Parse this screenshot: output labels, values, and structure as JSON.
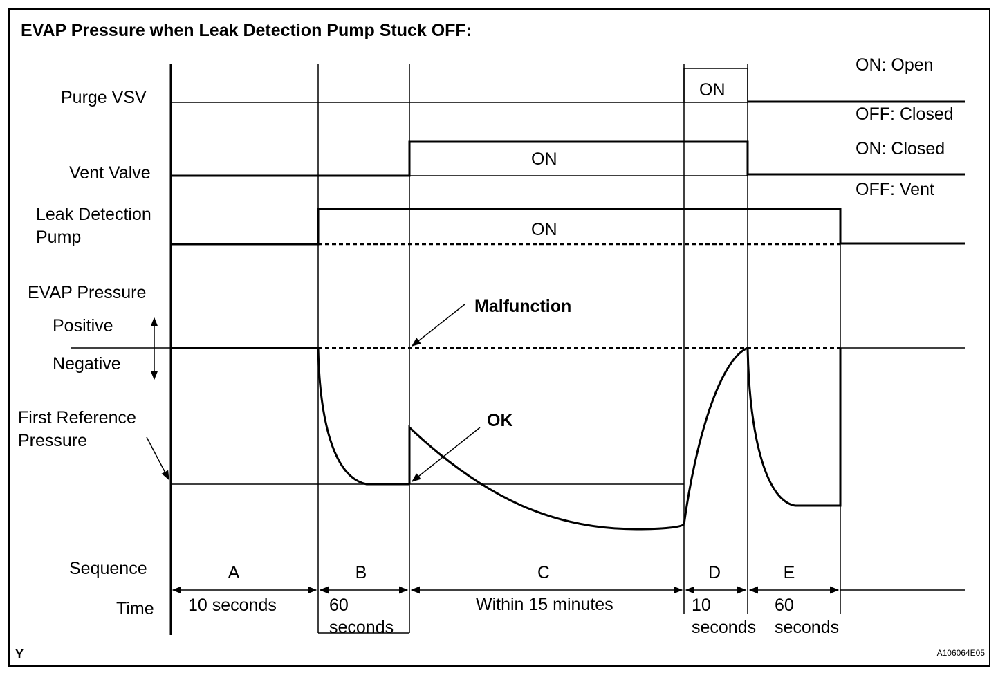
{
  "title": "EVAP Pressure when Leak Detection Pump Stuck OFF:",
  "signals": {
    "purge_vsv": "Purge VSV",
    "vent_valve": "Vent Valve",
    "leak_pump_line1": "Leak Detection",
    "leak_pump_line2": "Pump",
    "evap_pressure": "EVAP Pressure",
    "positive": "Positive",
    "negative": "Negative",
    "first_ref_line1": "First Reference",
    "first_ref_line2": "Pressure",
    "sequence": "Sequence",
    "time": "Time"
  },
  "states": {
    "purge_on": "ON: Open",
    "purge_off": "OFF: Closed",
    "vent_on": "ON: Closed",
    "vent_off": "OFF: Vent",
    "on": "ON"
  },
  "annotations": {
    "malfunction": "Malfunction",
    "ok": "OK"
  },
  "phases": [
    {
      "letter": "A",
      "time1": "10 seconds",
      "time2": ""
    },
    {
      "letter": "B",
      "time1": "60",
      "time2": "seconds"
    },
    {
      "letter": "C",
      "time1": "Within 15 minutes",
      "time2": ""
    },
    {
      "letter": "D",
      "time1": "10",
      "time2": "seconds"
    },
    {
      "letter": "E",
      "time1": "60",
      "time2": "seconds"
    }
  ],
  "corner_mark": "Y",
  "figure_id": "A106064E05"
}
